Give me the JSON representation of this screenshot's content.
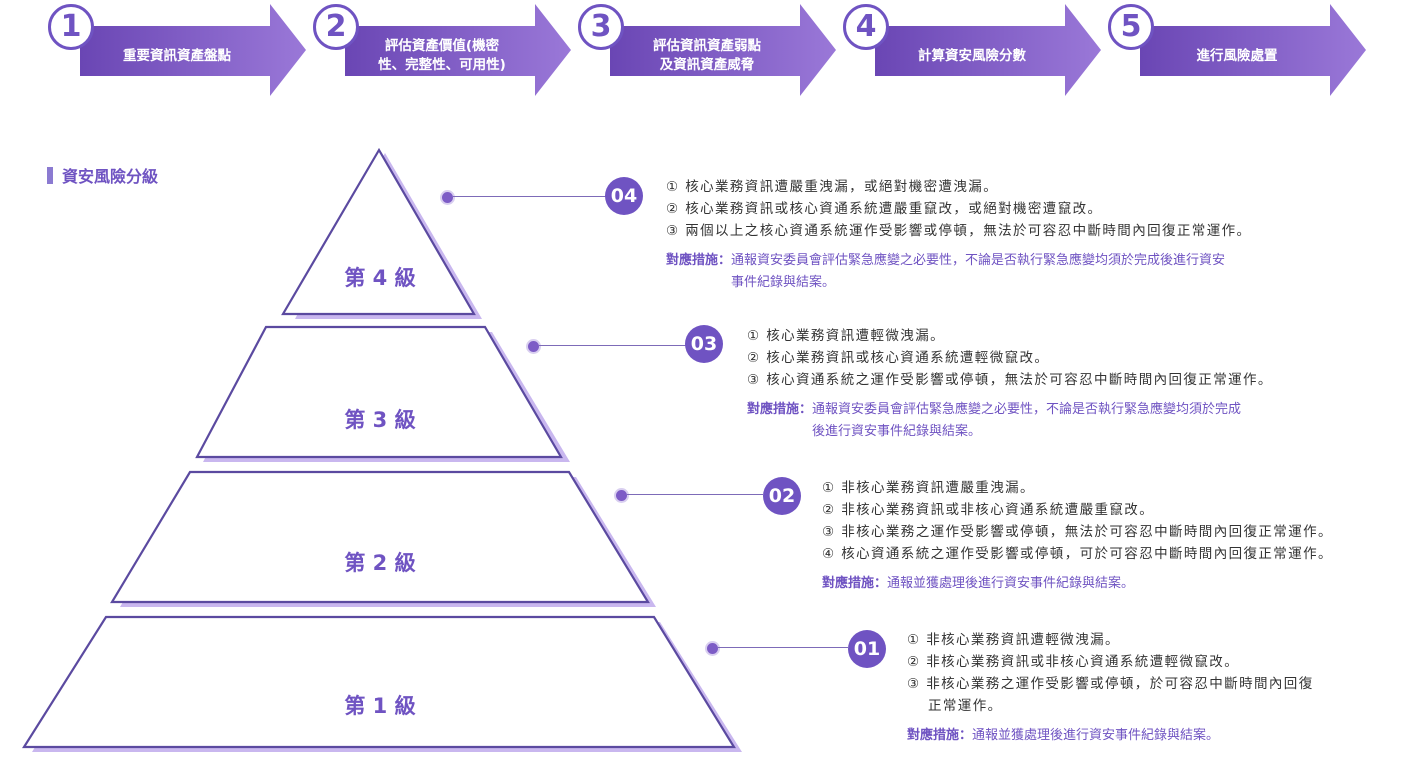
{
  "process": {
    "steps": [
      {
        "num": "1",
        "label": "重要資訊資產盤點"
      },
      {
        "num": "2",
        "label": "評估資產價值(機密\n性、完整性、可用性)"
      },
      {
        "num": "3",
        "label": "評估資訊資產弱點\n及資訊資產威脅"
      },
      {
        "num": "4",
        "label": "計算資安風險分數"
      },
      {
        "num": "5",
        "label": "進行風險處置"
      }
    ]
  },
  "section": {
    "title": "資安風險分級"
  },
  "levels": [
    {
      "label": "第 4 級",
      "badge": "04",
      "items": [
        [
          "① 核心業務資訊遭嚴重洩漏，或絕對機密遭洩漏。"
        ],
        [
          "② 核心業務資訊或核心資通系統遭嚴重竄改，或絕對機密遭竄改。"
        ],
        [
          "③ 兩個以上之核心資通系統運作受影響或停頓，無法於可容忍中斷時間內回復正常運作。"
        ]
      ],
      "measure_label": "對應措施：",
      "measure_lines": [
        "通報資安委員會評估緊急應變之必要性，不論是否執行緊急應變均須於完成後進行資安",
        "事件紀錄與結案。"
      ]
    },
    {
      "label": "第 3 級",
      "badge": "03",
      "items": [
        [
          "① 核心業務資訊遭輕微洩漏。"
        ],
        [
          "② 核心業務資訊或核心資通系統遭輕微竄改。"
        ],
        [
          "③ 核心資通系統之運作受影響或停頓，無法於可容忍中斷時間內回復正常運作。"
        ]
      ],
      "measure_label": "對應措施：",
      "measure_lines": [
        "通報資安委員會評估緊急應變之必要性，不論是否執行緊急應變均須於完成",
        "後進行資安事件紀錄與結案。"
      ]
    },
    {
      "label": "第 2 級",
      "badge": "02",
      "items": [
        [
          "① 非核心業務資訊遭嚴重洩漏。"
        ],
        [
          "② 非核心業務資訊或非核心資通系統遭嚴重竄改。"
        ],
        [
          "③ 非核心業務之運作受影響或停頓，無法於可容忍中斷時間內回復正常運作。"
        ],
        [
          "④ 核心資通系統之運作受影響或停頓，可於可容忍中斷時間內回復正常運作。"
        ]
      ],
      "measure_label": "對應措施：",
      "measure_lines": [
        "通報並獲處理後進行資安事件紀錄與結案。"
      ]
    },
    {
      "label": "第 1 級",
      "badge": "01",
      "items": [
        [
          "① 非核心業務資訊遭輕微洩漏。"
        ],
        [
          "② 非核心業務資訊或非核心資通系統遭輕微竄改。"
        ],
        [
          "③ 非核心業務之運作受影響或停頓，於可容忍中斷時間內回復",
          "正常運作。"
        ]
      ],
      "measure_label": "對應措施：",
      "measure_lines": [
        "通報並獲處理後進行資安事件紀錄與結案。"
      ]
    }
  ],
  "colors": {
    "accent": "#6f53c2",
    "arrow_light": "#9a78d8",
    "arrow_dark": "#6a46b4",
    "pyramid_shadow": "#c9b7ef"
  }
}
